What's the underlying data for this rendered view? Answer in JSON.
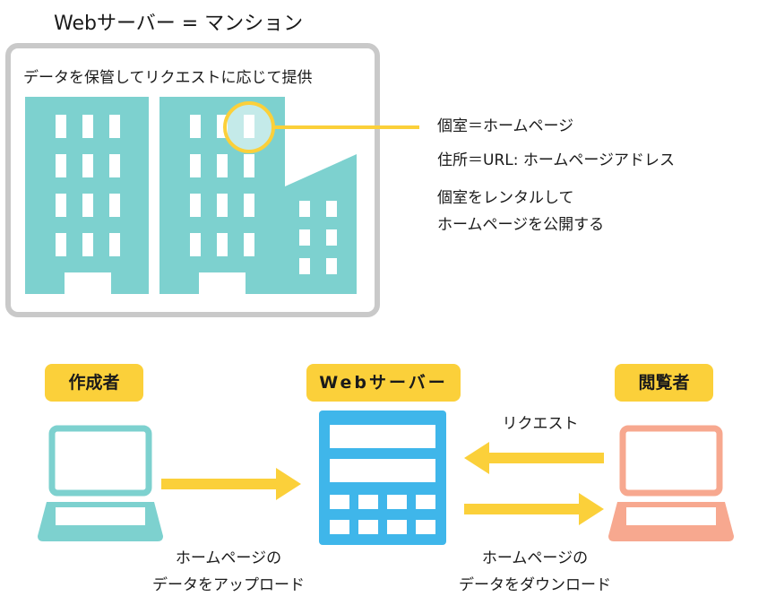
{
  "header": {
    "title": "Webサーバー = マンション"
  },
  "mansion": {
    "caption": "データを保管してリクエストに応じて提供",
    "notes": [
      "個室＝ホームページ",
      "住所＝URL: ホームページアドレス",
      "個室をレンタルして",
      "ホームページを公開する"
    ]
  },
  "roles": {
    "author": "作成者",
    "server": "Webサーバー",
    "viewer": "閲覧者"
  },
  "flows": {
    "request": "リクエスト",
    "upload": [
      "ホームページの",
      "データをアップロード"
    ],
    "download": [
      "ホームページの",
      "データをダウンロード"
    ]
  },
  "colors": {
    "building": "#7dd1cf",
    "frame": "#c9c9c9",
    "highlight": "#fbd03a",
    "arrow": "#fbd03a",
    "server": "#3fb6ea",
    "author_laptop": "#7dd1cf",
    "viewer_laptop": "#f7a88f"
  }
}
